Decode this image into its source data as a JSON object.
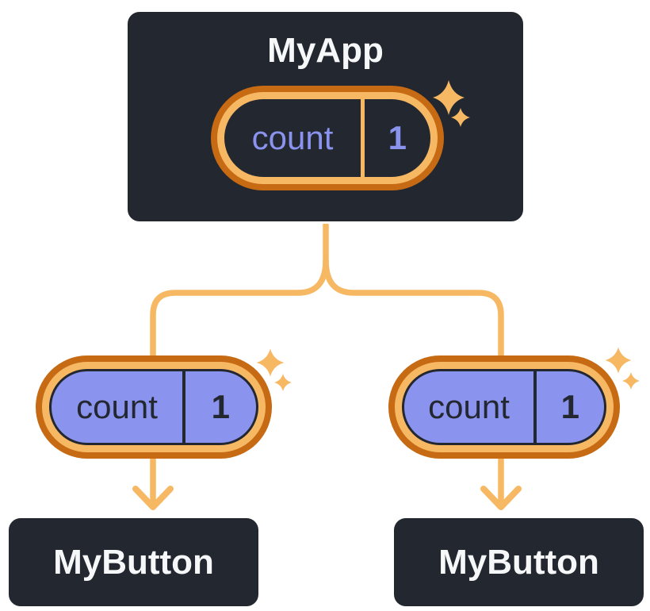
{
  "colors": {
    "background": "#FFFFFF",
    "box_fill": "#23272F",
    "box_border": "#FFFFFF",
    "text_light": "#F6F7F9",
    "text_dark": "#23272F",
    "accent_purple": "#8A93EE",
    "ring_outer": "#C66A14",
    "ring_inner": "#F7B864",
    "line": "#F7B864"
  },
  "parent": {
    "name": "MyApp",
    "state": {
      "label": "count",
      "value": "1"
    }
  },
  "children": [
    {
      "name": "MyButton",
      "prop": {
        "label": "count",
        "value": "1"
      }
    },
    {
      "name": "MyButton",
      "prop": {
        "label": "count",
        "value": "1"
      }
    }
  ],
  "icons": {
    "sparkle": "four-point-star",
    "arrow": "chevron-down"
  }
}
